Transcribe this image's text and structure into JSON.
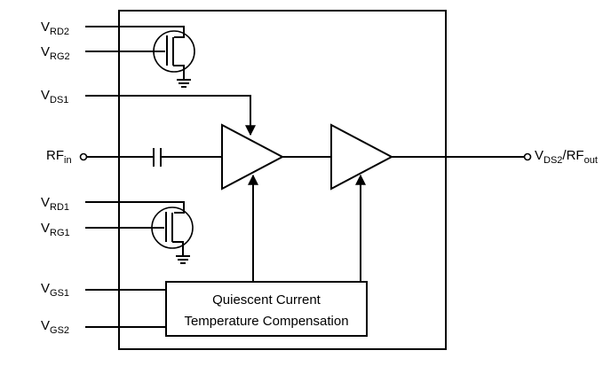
{
  "pins": {
    "vrd2": {
      "main": "V",
      "sub": "RD2"
    },
    "vrg2": {
      "main": "V",
      "sub": "RG2"
    },
    "vds1": {
      "main": "V",
      "sub": "DS1"
    },
    "rfin": {
      "main": "RF",
      "sub": "in"
    },
    "vrd1": {
      "main": "V",
      "sub": "RD1"
    },
    "vrg1": {
      "main": "V",
      "sub": "RG1"
    },
    "vgs1": {
      "main": "V",
      "sub": "GS1"
    },
    "vgs2": {
      "main": "V",
      "sub": "GS2"
    },
    "out": {
      "main": "V",
      "sub1": "DS2",
      "mid": "/RF",
      "sub2": "out"
    }
  },
  "bias_block": {
    "line1": "Quiescent Current",
    "line2": "Temperature Compensation"
  }
}
